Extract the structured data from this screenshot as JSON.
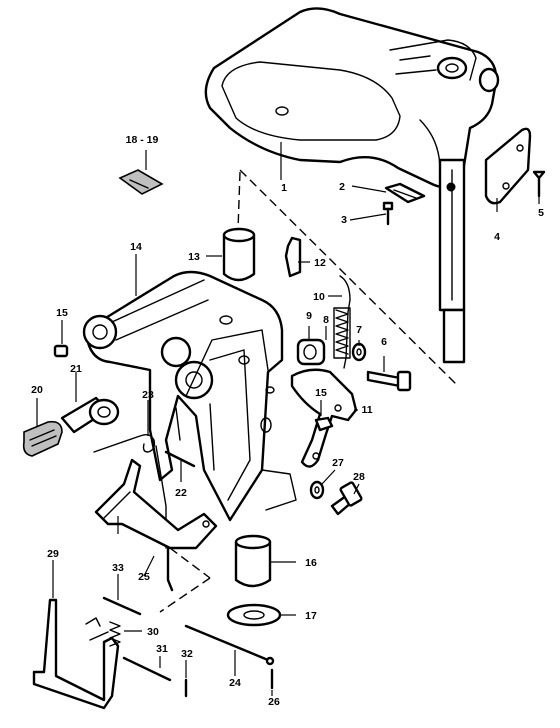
{
  "callouts": {
    "c1": "1",
    "c2": "2",
    "c3": "3",
    "c4": "4",
    "c5": "5",
    "c6": "6",
    "c7": "7",
    "c8": "8",
    "c9": "9",
    "c10": "10",
    "c11": "11",
    "c12": "12",
    "c13": "13",
    "c14": "14",
    "c15a": "15",
    "c15b": "15",
    "c16": "16",
    "c17": "17",
    "c1819": "18 - 19",
    "c20": "20",
    "c21": "21",
    "c22": "22",
    "c23": "23",
    "c24": "24",
    "c25": "25",
    "c26": "26",
    "c27": "27",
    "c28": "28",
    "c29": "29",
    "c30": "30",
    "c31": "31",
    "c32": "32",
    "c33": "33"
  }
}
